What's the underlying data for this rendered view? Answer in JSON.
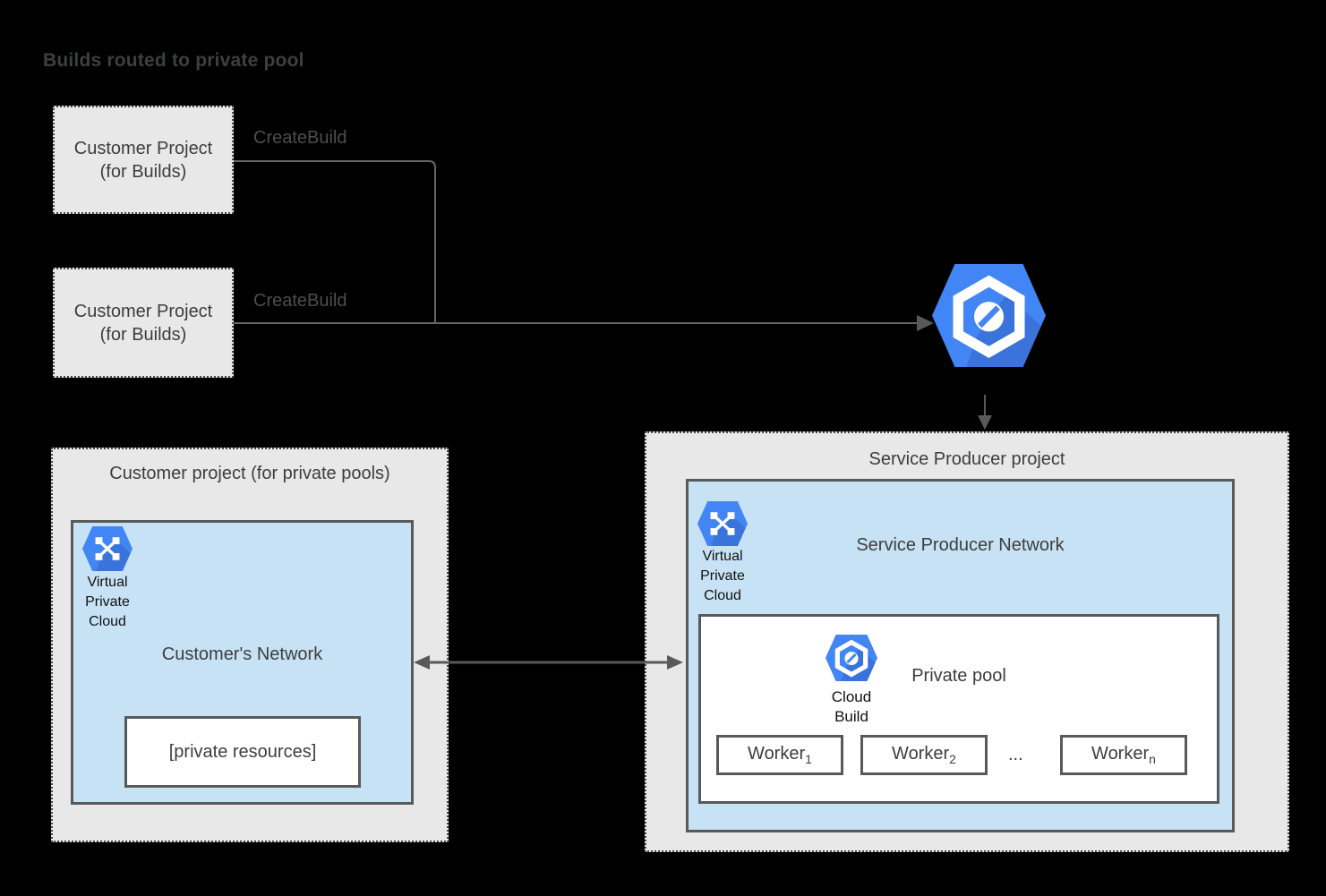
{
  "diagram_title": "Builds routed to private pool",
  "build_projects": {
    "box1": {
      "line1": "Customer Project",
      "line2": "(for Builds)",
      "connector_label": "CreateBuild"
    },
    "box2": {
      "line1": "Customer Project",
      "line2": "(for Builds)",
      "connector_label": "CreateBuild"
    }
  },
  "cloud_build_service": {
    "icon": "cloud-build-icon"
  },
  "customer_pool_project": {
    "title": "Customer project (for private pools)",
    "network": {
      "icon": "vpc-icon",
      "icon_label_line1": "Virtual",
      "icon_label_line2": "Private",
      "icon_label_line3": "Cloud",
      "title": "Customer's Network",
      "private_resources_label": "[private resources]"
    }
  },
  "service_producer_project": {
    "title": "Service Producer project",
    "network": {
      "icon": "vpc-icon",
      "icon_label_line1": "Virtual",
      "icon_label_line2": "Private",
      "icon_label_line3": "Cloud",
      "title": "Service Producer Network",
      "private_pool": {
        "icon": "cloud-build-icon",
        "icon_label_line1": "Cloud",
        "icon_label_line2": "Build",
        "title": "Private pool",
        "workers": [
          {
            "base": "Worker",
            "sub": "1"
          },
          {
            "base": "Worker",
            "sub": "2"
          },
          {
            "base": "Worker",
            "sub": "n"
          }
        ],
        "ellipsis": "..."
      }
    }
  },
  "colors": {
    "canvas_background": "#000000",
    "project_box_fill": "#e8e8e8",
    "network_box_fill": "#c7e2f4",
    "dark_border": "#58595b",
    "connector_gray": "#666666",
    "arrow_gray": "#595959",
    "gcp_icon_blue": "#4285f4",
    "gcp_icon_blue_shadow": "#3a73d9",
    "text_primary": "#3d3d3d",
    "icon_label_text": "#111111"
  }
}
